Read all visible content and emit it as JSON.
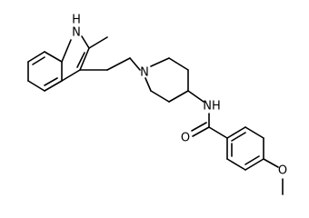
{
  "diagram": {
    "type": "chemical-structure",
    "atom_labels": {
      "indole_nh": "N",
      "indole_h": "H",
      "piperidine_n": "N",
      "amide_nh": "NH",
      "carbonyl_o": "O",
      "methoxy_o": "O"
    }
  }
}
